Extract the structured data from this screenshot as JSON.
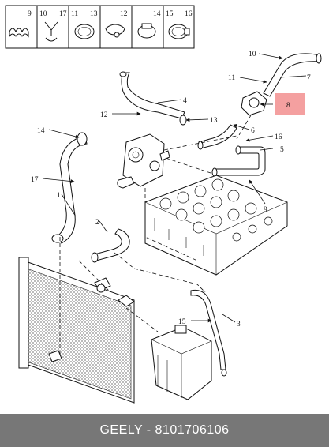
{
  "footer": {
    "text": "GEELY - 8101706106"
  },
  "legend": {
    "cells": [
      {
        "labels": [
          "9"
        ]
      },
      {
        "labels": [
          "10",
          "17"
        ]
      },
      {
        "labels": [
          "11",
          "13"
        ]
      },
      {
        "labels": [
          "12"
        ]
      },
      {
        "labels": [
          "14"
        ]
      },
      {
        "labels": [
          "15",
          "16"
        ]
      }
    ]
  },
  "callouts": {
    "c1": "1",
    "c2": "2",
    "c3": "3",
    "c4": "4",
    "c5": "5",
    "c6": "6",
    "c7": "7",
    "c8": "8",
    "c9": "9",
    "c10": "10",
    "c11": "11",
    "c12": "12",
    "c13": "13",
    "c14": "14",
    "c15": "15",
    "c16": "16",
    "c17": "17"
  },
  "colors": {
    "highlight": "#f4a0a0",
    "footer_bg": "#777777"
  }
}
